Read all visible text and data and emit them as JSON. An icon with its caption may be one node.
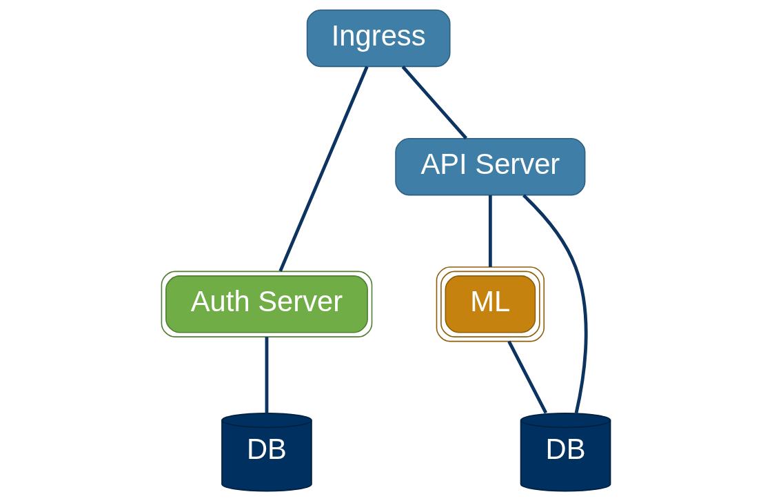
{
  "diagram": {
    "nodes": [
      {
        "text": [
          "Ingress"
        ]
      },
      {
        "text": [
          "Auth Server"
        ]
      },
      {
        "text": [
          "API Server"
        ]
      },
      {
        "text": [
          "ML"
        ]
      },
      {
        "text": [
          "DB"
        ]
      },
      {
        "text": [
          "DB"
        ]
      }
    ],
    "edges": [
      {
        "from": 0,
        "to": 1,
        "arrow": "none"
      },
      {
        "from": 0,
        "to": 2,
        "arrow": "none"
      },
      {
        "from": 1,
        "to": 4,
        "arrow": "none"
      },
      {
        "from": 2,
        "to": 5,
        "arrow": "none"
      },
      {
        "from": 2,
        "to": 3,
        "arrow": "none"
      },
      {
        "from": 3,
        "to": 5,
        "arrow": "none"
      }
    ]
  }
}
